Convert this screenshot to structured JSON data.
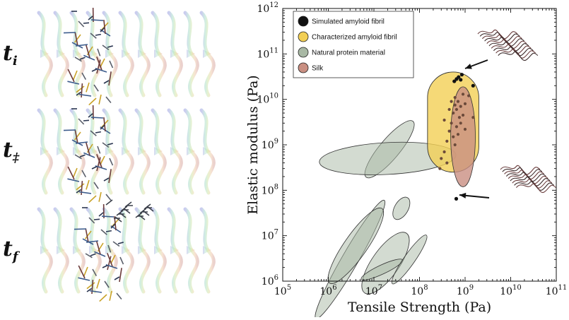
{
  "structures": {
    "labels": [
      {
        "base": "t",
        "sub": "i"
      },
      {
        "base": "t",
        "sub": "‡"
      },
      {
        "base": "t",
        "sub": "f"
      }
    ]
  },
  "colors": {
    "simulated": "#111111",
    "characterized": "#f2cf55",
    "natural": "#a8b8a4",
    "silk": "#c98f82",
    "ribbon_gradient": [
      "#9a9ee0",
      "#a6dfc8",
      "#d6e5a3",
      "#f0c8a8",
      "#d8a7a0"
    ]
  },
  "chart_data": {
    "type": "scatter",
    "xlabel": "Tensile Strength (Pa)",
    "ylabel": "Elastic modulus (Pa)",
    "xscale": "log",
    "yscale": "log",
    "xlim": [
      100000,
      100000000000
    ],
    "ylim": [
      1000000,
      1000000000000
    ],
    "x_ticks": [
      {
        "value": 100000,
        "base": "10",
        "exp": "5"
      },
      {
        "value": 1000000,
        "base": "10",
        "exp": "6"
      },
      {
        "value": 10000000,
        "base": "10",
        "exp": "7"
      },
      {
        "value": 100000000,
        "base": "10",
        "exp": "8"
      },
      {
        "value": 1000000000,
        "base": "10",
        "exp": "9"
      },
      {
        "value": 10000000000,
        "base": "10",
        "exp": "10"
      },
      {
        "value": 100000000000,
        "base": "10",
        "exp": "11"
      }
    ],
    "y_ticks": [
      {
        "value": 1000000,
        "base": "10",
        "exp": "6"
      },
      {
        "value": 10000000,
        "base": "10",
        "exp": "7"
      },
      {
        "value": 100000000,
        "base": "10",
        "exp": "8"
      },
      {
        "value": 1000000000,
        "base": "10",
        "exp": "9"
      },
      {
        "value": 10000000000,
        "base": "10",
        "exp": "10"
      },
      {
        "value": 100000000000,
        "base": "10",
        "exp": "11"
      },
      {
        "value": 1000000000000,
        "base": "10",
        "exp": "12"
      }
    ],
    "legend": {
      "position": "top-left",
      "entries": [
        {
          "label": "Simulated amyloid fibril",
          "color": "#111111"
        },
        {
          "label": "Characterized amyloid fibril",
          "color": "#f2cf55"
        },
        {
          "label": "Natural protein material",
          "color": "#a8b8a4"
        },
        {
          "label": "Silk",
          "color": "#c98f82"
        }
      ]
    },
    "regions": [
      {
        "series": "Characterized amyloid fibril",
        "kind": "capsule",
        "x_range": [
          150000000,
          2000000000
        ],
        "y_range": [
          250000000,
          40000000000
        ]
      },
      {
        "series": "Silk",
        "kind": "ellipse",
        "center": [
          900000000,
          1500000000
        ],
        "x_half_width_decades": 0.27,
        "y_half_height_decades": 1.1,
        "angle_deg": 0
      },
      {
        "series": "Natural protein material",
        "kind": "ellipse",
        "center": [
          3000000,
          3000000
        ],
        "x_half_width_decades": 1.5,
        "y_half_height_decades": 0.18,
        "angle_deg": -60
      },
      {
        "series": "Natural protein material",
        "kind": "ellipse",
        "center": [
          18000000,
          2500000
        ],
        "x_half_width_decades": 0.8,
        "y_half_height_decades": 0.3,
        "angle_deg": -55
      },
      {
        "series": "Natural protein material",
        "kind": "ellipse",
        "center": [
          4000000,
          6000000
        ],
        "x_half_width_decades": 1.0,
        "y_half_height_decades": 0.25,
        "angle_deg": -55
      },
      {
        "series": "Natural protein material",
        "kind": "ellipse",
        "center": [
          22000000,
          800000000
        ],
        "x_half_width_decades": 0.8,
        "y_half_height_decades": 0.22,
        "angle_deg": -50
      },
      {
        "series": "Natural protein material",
        "kind": "ellipse",
        "center": [
          20000000,
          500000000
        ],
        "x_half_width_decades": 1.5,
        "y_half_height_decades": 0.35,
        "angle_deg": -3
      },
      {
        "series": "Natural protein material",
        "kind": "ellipse",
        "center": [
          40000000,
          40000000
        ],
        "x_half_width_decades": 0.27,
        "y_half_height_decades": 0.15,
        "angle_deg": -60
      },
      {
        "series": "Natural protein material",
        "kind": "ellipse",
        "center": [
          15000000,
          1800000
        ],
        "x_half_width_decades": 0.5,
        "y_half_height_decades": 0.1,
        "angle_deg": -25
      },
      {
        "series": "Natural protein material",
        "kind": "ellipse",
        "center": [
          60000000,
          3000000
        ],
        "x_half_width_decades": 0.65,
        "y_half_height_decades": 0.12,
        "angle_deg": -55
      }
    ],
    "points": [
      {
        "series": "Simulated amyloid fibril",
        "x": 640000000,
        "y": 65000000
      },
      {
        "series": "Simulated amyloid fibril",
        "x": 580000000,
        "y": 25000000000
      },
      {
        "series": "Simulated amyloid fibril",
        "x": 650000000,
        "y": 28000000000
      },
      {
        "series": "Simulated amyloid fibril",
        "x": 800000000,
        "y": 27000000000
      },
      {
        "series": "Simulated amyloid fibril",
        "x": 850000000,
        "y": 35000000000
      },
      {
        "series": "Simulated amyloid fibril",
        "x": 720000000,
        "y": 31000000000
      },
      {
        "series": "Simulated amyloid fibril",
        "x": 1500000000,
        "y": 20000000000
      },
      {
        "series": "Simulated amyloid fibril",
        "x": 1200000000,
        "y": 12000000000
      },
      {
        "series": "Simulated amyloid fibril",
        "x": 1500000000,
        "y": 4000000000
      },
      {
        "series": "Simulated amyloid fibril",
        "x": 600000000,
        "y": 11000000000
      },
      {
        "series": "Simulated amyloid fibril",
        "x": 700000000,
        "y": 9000000000
      },
      {
        "series": "Simulated amyloid fibril",
        "x": 800000000,
        "y": 7000000000
      },
      {
        "series": "Simulated amyloid fibril",
        "x": 650000000,
        "y": 6000000000
      },
      {
        "series": "Simulated amyloid fibril",
        "x": 550000000,
        "y": 5000000000
      },
      {
        "series": "Simulated amyloid fibril",
        "x": 900000000,
        "y": 4500000000
      },
      {
        "series": "Simulated amyloid fibril",
        "x": 750000000,
        "y": 4000000000
      },
      {
        "series": "Simulated amyloid fibril",
        "x": 500000000,
        "y": 3000000000
      },
      {
        "series": "Simulated amyloid fibril",
        "x": 650000000,
        "y": 2500000000
      },
      {
        "series": "Simulated amyloid fibril",
        "x": 450000000,
        "y": 2000000000
      },
      {
        "series": "Simulated amyloid fibril",
        "x": 700000000,
        "y": 1700000000
      },
      {
        "series": "Simulated amyloid fibril",
        "x": 550000000,
        "y": 1500000000
      },
      {
        "series": "Simulated amyloid fibril",
        "x": 400000000,
        "y": 1200000000
      },
      {
        "series": "Simulated amyloid fibril",
        "x": 600000000,
        "y": 1000000000
      },
      {
        "series": "Simulated amyloid fibril",
        "x": 350000000,
        "y": 700000000
      },
      {
        "series": "Simulated amyloid fibril",
        "x": 300000000,
        "y": 500000000
      },
      {
        "series": "Simulated amyloid fibril",
        "x": 400000000,
        "y": 400000000
      },
      {
        "series": "Simulated amyloid fibril",
        "x": 280000000,
        "y": 300000000
      },
      {
        "series": "Simulated amyloid fibril",
        "x": 1000000000,
        "y": 8000000000
      },
      {
        "series": "Simulated amyloid fibril",
        "x": 900000000,
        "y": 13000000000
      },
      {
        "series": "Simulated amyloid fibril",
        "x": 1000000000,
        "y": 2200000000
      },
      {
        "series": "Simulated amyloid fibril",
        "x": 450000000,
        "y": 6000000000
      },
      {
        "series": "Simulated amyloid fibril",
        "x": 800000000,
        "y": 3000000000
      },
      {
        "series": "Simulated amyloid fibril",
        "x": 600000000,
        "y": 7500000000
      },
      {
        "series": "Simulated amyloid fibril",
        "x": 350000000,
        "y": 3500000000
      },
      {
        "series": "Simulated amyloid fibril",
        "x": 500000000,
        "y": 9000000000
      }
    ]
  }
}
